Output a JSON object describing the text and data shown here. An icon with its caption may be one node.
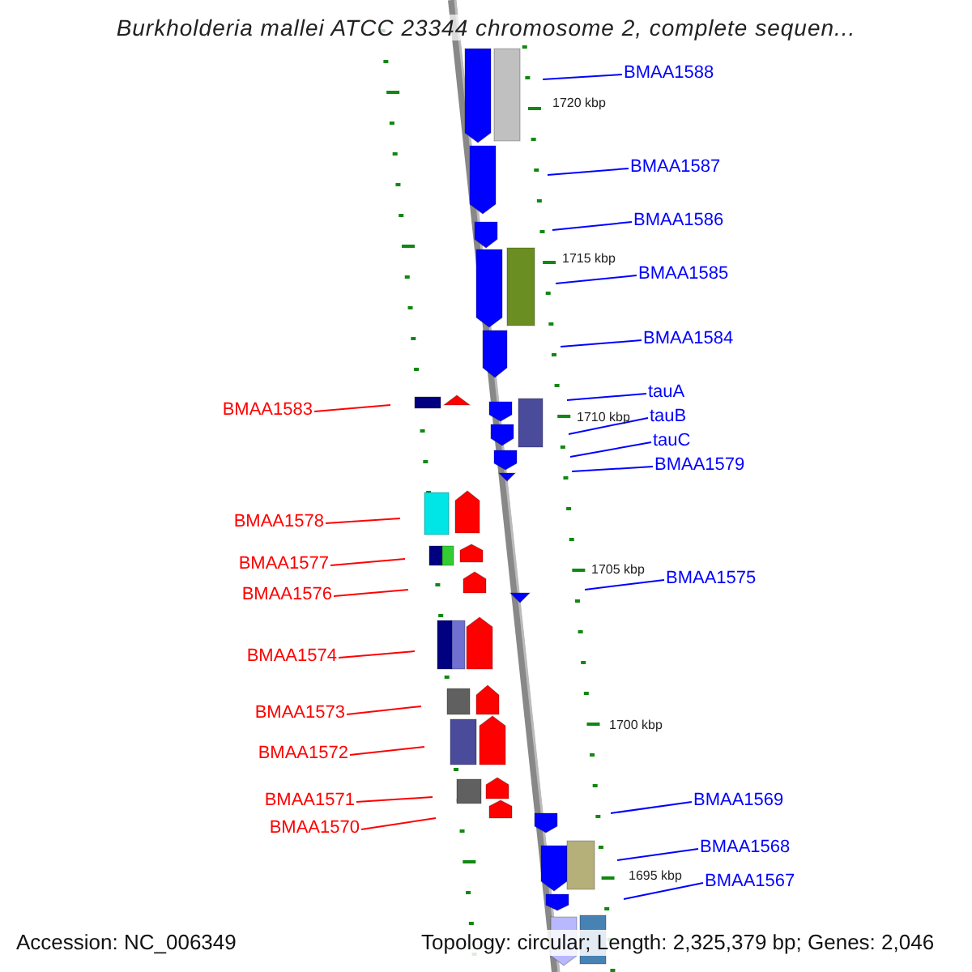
{
  "diagram": {
    "title": "Burkholderia mallei ATCC 23344 chromosome 2, complete sequen...",
    "nodes": [
      {
        "text": [
          "BMAA1588"
        ]
      },
      {
        "text": [
          "BMAA1587"
        ]
      },
      {
        "text": [
          "BMAA1586"
        ]
      },
      {
        "text": [
          "BMAA1585"
        ]
      },
      {
        "text": [
          "BMAA1584"
        ]
      },
      {
        "text": [
          "tauA"
        ]
      },
      {
        "text": [
          "BMAA1583"
        ]
      },
      {
        "text": [
          "tauB"
        ]
      },
      {
        "text": [
          "tauC"
        ]
      },
      {
        "text": [
          "BMAA1579"
        ]
      },
      {
        "text": [
          "BMAA1578"
        ]
      },
      {
        "text": [
          "BMAA1577"
        ]
      },
      {
        "text": [
          "BMAA1575"
        ]
      },
      {
        "text": [
          "BMAA1576"
        ]
      },
      {
        "text": [
          "BMAA1574"
        ]
      },
      {
        "text": [
          "BMAA1573"
        ]
      },
      {
        "text": [
          "BMAA1572"
        ]
      },
      {
        "text": [
          "BMAA1569"
        ]
      },
      {
        "text": [
          "BMAA1571"
        ]
      },
      {
        "text": [
          "BMAA1570"
        ]
      },
      {
        "text": [
          "BMAA1568"
        ]
      },
      {
        "text": [
          "BMAA1567"
        ]
      }
    ],
    "edges": [
      {
        "from": 0,
        "to": null,
        "arrow": "none"
      },
      {
        "from": 1,
        "to": null,
        "arrow": "none"
      },
      {
        "from": 2,
        "to": null,
        "arrow": "none"
      },
      {
        "from": 3,
        "to": null,
        "arrow": "none"
      },
      {
        "from": 4,
        "to": null,
        "arrow": "none"
      },
      {
        "from": 5,
        "to": null,
        "arrow": "none"
      },
      {
        "from": 6,
        "to": null,
        "arrow": "none",
        "color": "#ff0000"
      },
      {
        "from": 7,
        "to": null,
        "arrow": "none"
      },
      {
        "from": 8,
        "to": null,
        "arrow": "none"
      },
      {
        "from": 9,
        "to": null,
        "arrow": "none"
      },
      {
        "from": 10,
        "to": null,
        "arrow": "none",
        "color": "#ff0000"
      },
      {
        "from": 11,
        "to": null,
        "arrow": "none",
        "color": "#ff0000"
      },
      {
        "from": 12,
        "to": null,
        "arrow": "none"
      },
      {
        "from": 13,
        "to": null,
        "arrow": "none",
        "color": "#ff0000"
      },
      {
        "from": 14,
        "to": null,
        "arrow": "none",
        "color": "#ff0000"
      },
      {
        "from": 15,
        "to": null,
        "arrow": "none",
        "color": "#ff0000"
      },
      {
        "from": 16,
        "to": null,
        "arrow": "none",
        "color": "#ff0000"
      },
      {
        "from": 17,
        "to": null,
        "arrow": "none"
      },
      {
        "from": 18,
        "to": null,
        "arrow": "none",
        "color": "#ff0000"
      },
      {
        "from": 19,
        "to": null,
        "arrow": "none",
        "color": "#ff0000"
      },
      {
        "from": 20,
        "to": null,
        "arrow": "none"
      },
      {
        "from": 21,
        "to": null,
        "arrow": "none"
      }
    ],
    "labels": [
      "1720 kbp",
      "1715 kbp",
      "1710 kbp",
      "1705 kbp",
      "1700 kbp",
      "1695 kbp",
      "Accession: NC_006349",
      "Topology: circular; Length: 2,325,379 bp; Genes: 2,046"
    ]
  }
}
